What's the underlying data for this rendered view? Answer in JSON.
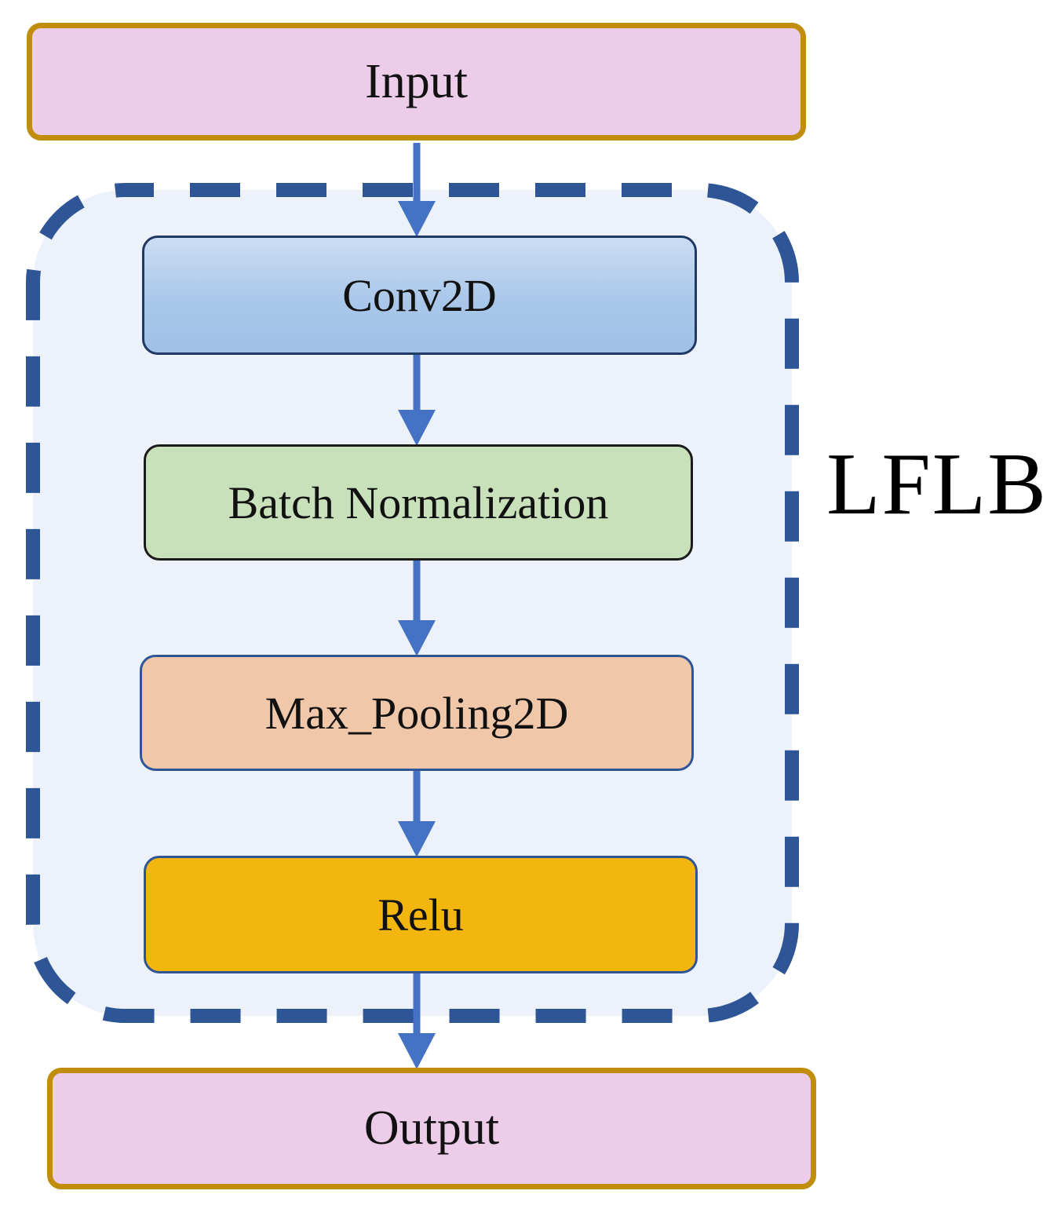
{
  "nodes": {
    "input": "Input",
    "conv": "Conv2D",
    "batch_norm": "Batch Normalization",
    "max_pool": "Max_Pooling2D",
    "relu": "Relu",
    "output": "Output"
  },
  "container": {
    "label": "LFLB"
  },
  "flow": [
    [
      "Input",
      "Conv2D"
    ],
    [
      "Conv2D",
      "Batch Normalization"
    ],
    [
      "Batch Normalization",
      "Max_Pooling2D"
    ],
    [
      "Max_Pooling2D",
      "Relu"
    ],
    [
      "Relu",
      "Output"
    ]
  ],
  "palette": {
    "arrow": "#4472c4",
    "dashed_border": "#2e5596",
    "container_fill": "#edf2fa",
    "io_fill": "#edccea",
    "io_border": "#c08e0c",
    "conv_fill_top": "#cbddf3",
    "conv_fill_bottom": "#9fc0e7",
    "conv_border": "#1f3864",
    "batch_norm_fill": "#c9e1ba",
    "batch_norm_border": "#1b1b1b",
    "max_pool_fill": "#f0c7a8",
    "max_pool_border": "#2e5596",
    "relu_fill": "#f3b60e",
    "relu_border": "#2e5596",
    "text": "#111111"
  }
}
